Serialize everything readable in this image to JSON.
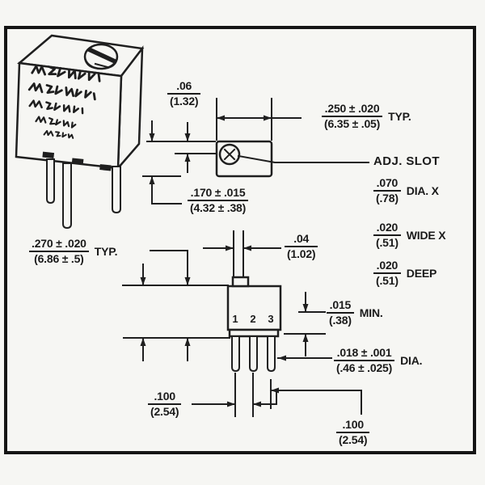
{
  "diagram": {
    "description": "Trimmer potentiometer outline drawing with three views and dimension callouts",
    "labels": {
      "adj_slot": "ADJ. SLOT"
    },
    "dims": {
      "screw_offset": {
        "in": ".06",
        "mm": "(1.32)"
      },
      "body_width": {
        "in": ".250 ± .020",
        "mm": "(6.35 ± .05)",
        "suffix": "TYP."
      },
      "slot_dia": {
        "in": ".070",
        "mm": "(.78)",
        "suffix": "DIA. X"
      },
      "slot_wide": {
        "in": ".020",
        "mm": "(.51)",
        "suffix": "WIDE X"
      },
      "slot_deep": {
        "in": ".020",
        "mm": "(.51)",
        "suffix": "DEEP"
      },
      "body_depth": {
        "in": ".170 ± .015",
        "mm": "(4.32 ± .38)"
      },
      "body_height": {
        "in": ".270 ± .020",
        "mm": "(6.86 ± .5)",
        "suffix": "TYP."
      },
      "slot_width": {
        "in": ".04",
        "mm": "(1.02)"
      },
      "standoff": {
        "in": ".015",
        "mm": "(.38)",
        "suffix": "MIN."
      },
      "pin_dia": {
        "in": ".018 ± .001",
        "mm": "(.46 ± .025)",
        "suffix": "DIA."
      },
      "pin_pitch_12": {
        "in": ".100",
        "mm": "(2.54)"
      },
      "pin_pitch_23": {
        "in": ".100",
        "mm": "(2.54)"
      }
    },
    "pins": {
      "p1": "1",
      "p2": "2",
      "p3": "3"
    }
  },
  "colors": {
    "ink": "#1a1a1a",
    "paper": "#f6f6f3"
  }
}
